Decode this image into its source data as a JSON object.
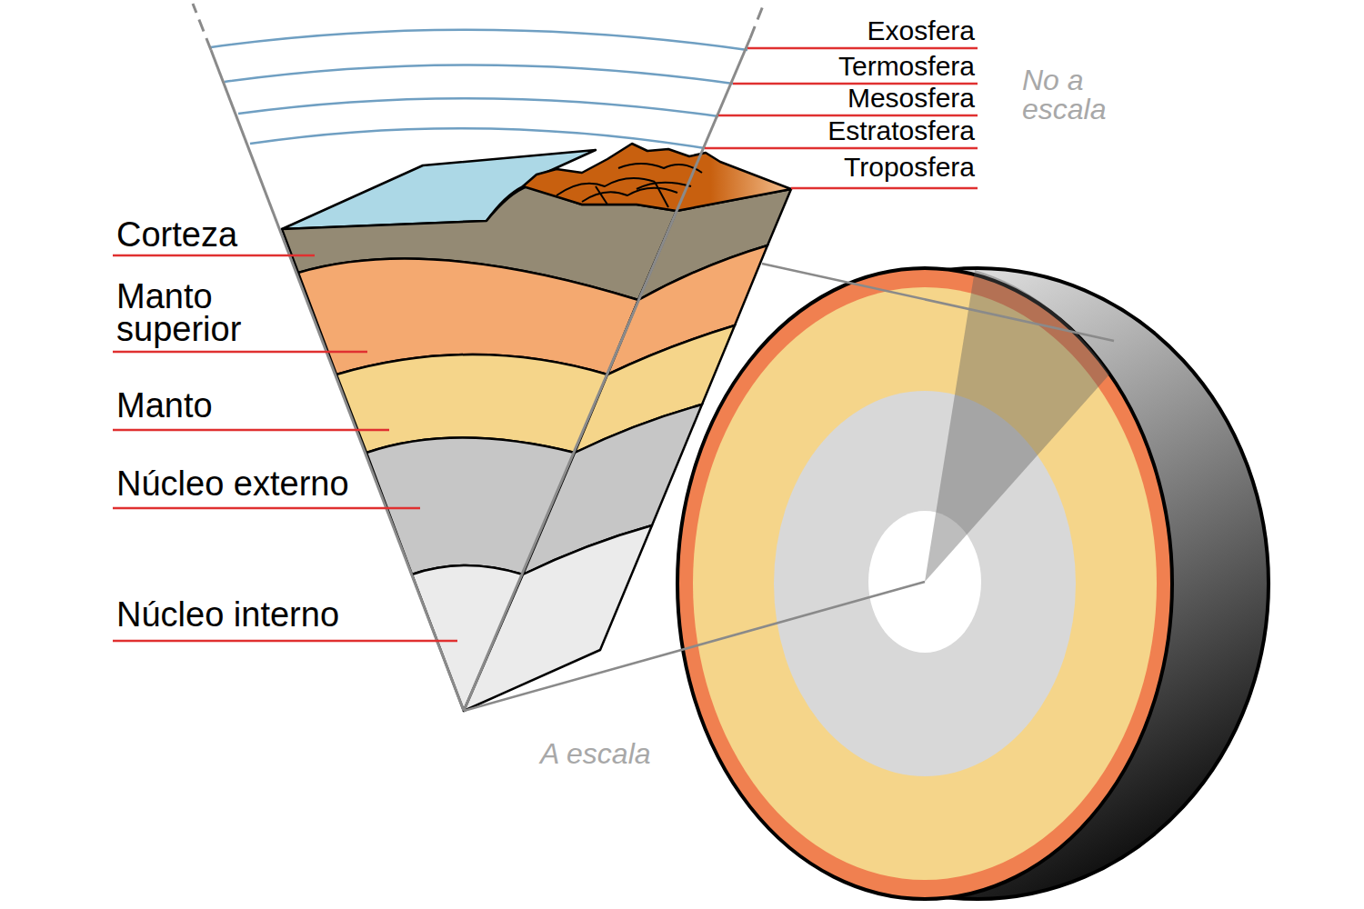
{
  "diagram": {
    "labels": [
      "Exosfera",
      "Termosfera",
      "Mesosfera",
      "Estratosfera",
      "Troposfera",
      "No a escala",
      "Corteza",
      "Manto superior",
      "Manto",
      "Núcleo externo",
      "Núcleo interno",
      "A escala"
    ]
  }
}
